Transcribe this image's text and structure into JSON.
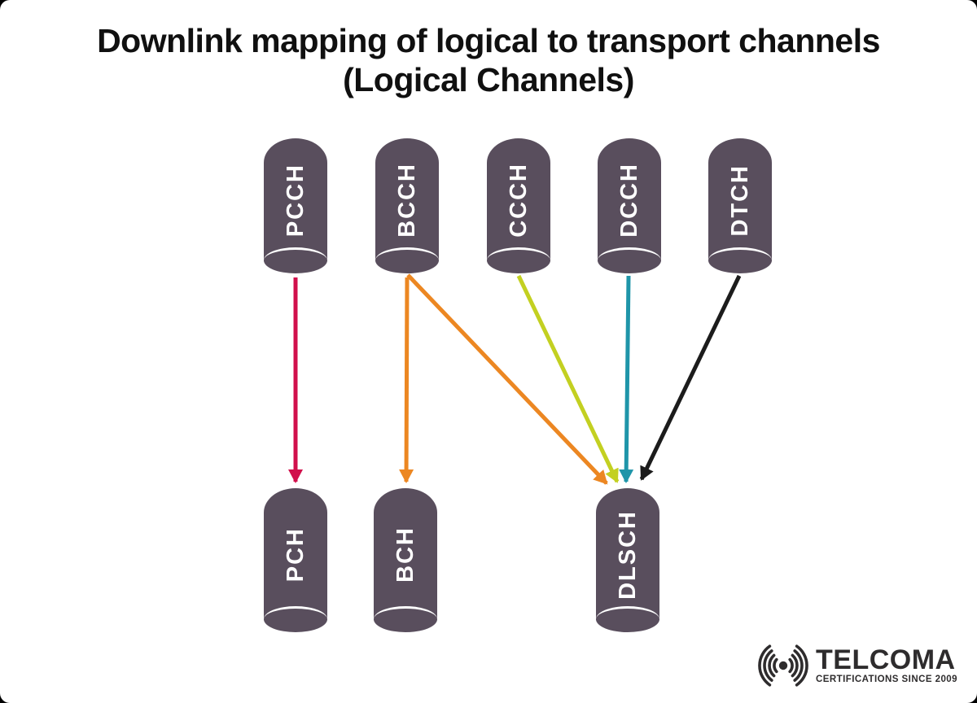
{
  "title": {
    "line1": "Downlink mapping of logical to transport channels",
    "line2": "(Logical Channels)"
  },
  "colors": {
    "cylinder": "#594e5d",
    "crimson": "#d1104c",
    "orange": "#ec8722",
    "chartreuse": "#c3d021",
    "teal": "#1f95a9",
    "black": "#1c1c1c"
  },
  "logical_channels": [
    {
      "label": "PCCH"
    },
    {
      "label": "BCCH"
    },
    {
      "label": "CCCH"
    },
    {
      "label": "DCCH"
    },
    {
      "label": "DTCH"
    }
  ],
  "transport_channels": [
    {
      "label": "PCH"
    },
    {
      "label": "BCH"
    },
    {
      "label": "DLSCH"
    }
  ],
  "mappings": [
    {
      "from": "PCCH",
      "to": "PCH",
      "color": "crimson"
    },
    {
      "from": "BCCH",
      "to": "BCH",
      "color": "orange"
    },
    {
      "from": "BCCH",
      "to": "DLSCH",
      "color": "orange"
    },
    {
      "from": "CCCH",
      "to": "DLSCH",
      "color": "chartreuse"
    },
    {
      "from": "DCCH",
      "to": "DLSCH",
      "color": "teal"
    },
    {
      "from": "DTCH",
      "to": "DLSCH",
      "color": "black"
    }
  ],
  "logo": {
    "name": "TELCOMA",
    "tagline": "CERTIFICATIONS SINCE 2009"
  }
}
